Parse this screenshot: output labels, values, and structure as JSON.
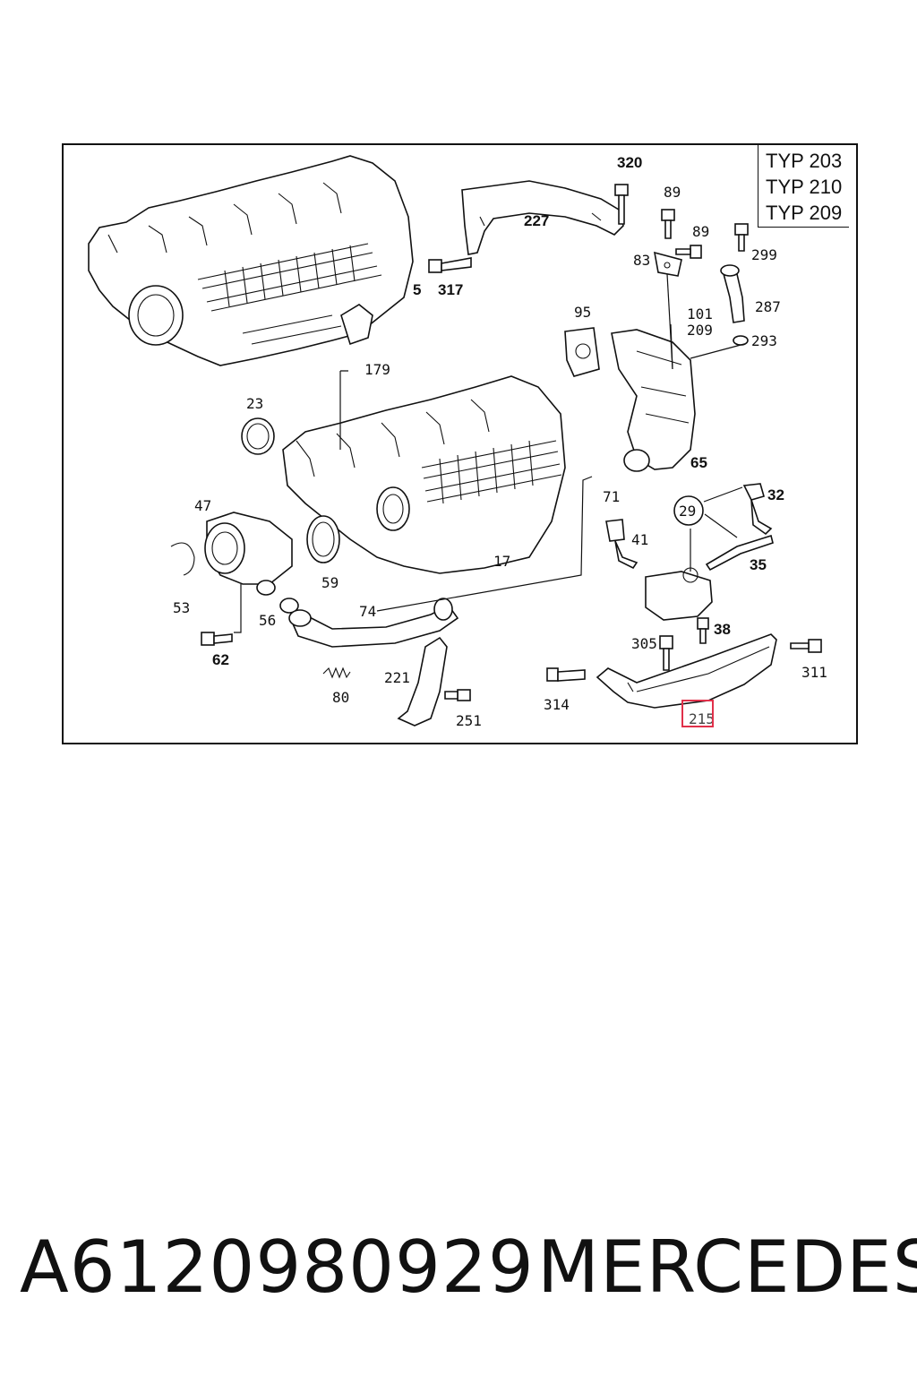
{
  "typ_labels": [
    "TYP 203",
    "TYP 210",
    "TYP 209"
  ],
  "callouts": {
    "c320": "320",
    "c89a": "89",
    "c89b": "89",
    "c299": "299",
    "c227": "227",
    "c317": "317",
    "c5": "5",
    "c83": "83",
    "c287": "287",
    "c101": "101",
    "c209": "209",
    "c293": "293",
    "c95": "95",
    "c179": "179",
    "c23": "23",
    "c65": "65",
    "c32": "32",
    "c29": "29",
    "c71": "71",
    "c47": "47",
    "c41": "41",
    "c35": "35",
    "c17": "17",
    "c53": "53",
    "c59": "59",
    "c56": "56",
    "c74": "74",
    "c38": "38",
    "c62": "62",
    "c305": "305",
    "c311": "311",
    "c221": "221",
    "c80": "80",
    "c314": "314",
    "c251": "251",
    "c215": "215"
  },
  "highlighted_part": "215",
  "caption": {
    "part_number": "A6120980929",
    "brand": "MERCEDES"
  },
  "colors": {
    "highlight": "#e0304a",
    "line": "#111111"
  }
}
